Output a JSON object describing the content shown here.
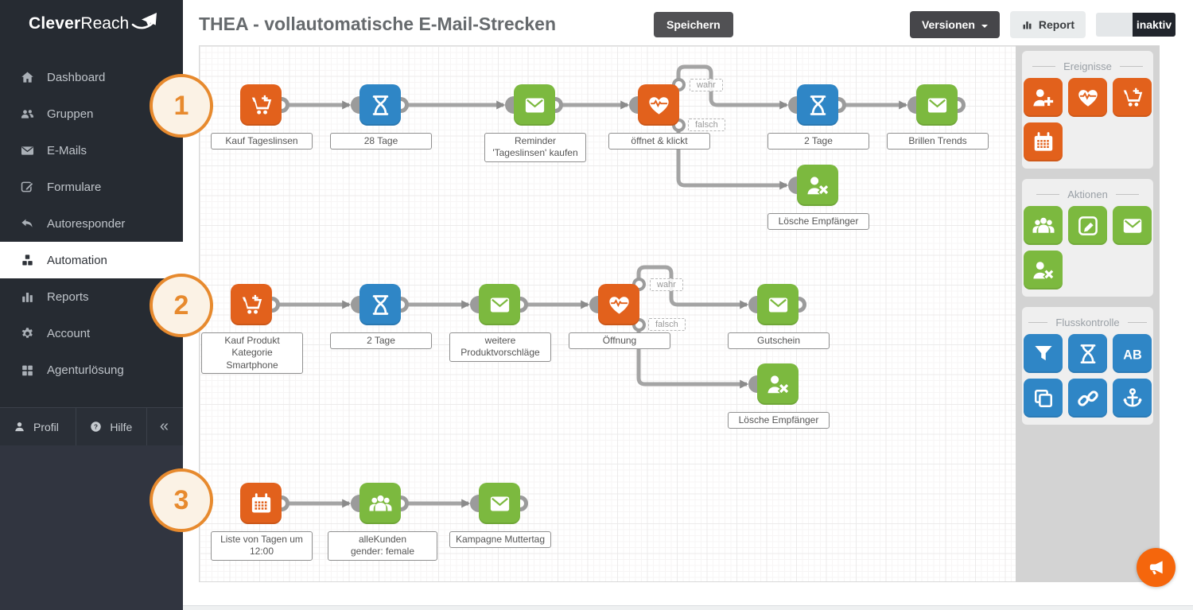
{
  "brand": {
    "bold": "Clever",
    "light": "Reach"
  },
  "header": {
    "title": "THEA - vollautomatische E-Mail-Strecken",
    "save_label": "Speichern",
    "versions_label": "Versionen",
    "report_label": "Report",
    "status_label": "inaktiv"
  },
  "sidebar": {
    "items": [
      {
        "icon": "home-icon",
        "label": "Dashboard"
      },
      {
        "icon": "users-icon",
        "label": "Gruppen"
      },
      {
        "icon": "envelope-icon",
        "label": "E-Mails"
      },
      {
        "icon": "form-pencil-icon",
        "label": "Formulare"
      },
      {
        "icon": "reply-icon",
        "label": "Autoresponder"
      },
      {
        "icon": "cubes-icon",
        "label": "Automation",
        "active": true
      },
      {
        "icon": "bar-chart-icon",
        "label": "Reports"
      },
      {
        "icon": "gear-icon",
        "label": "Account"
      },
      {
        "icon": "grid-icon",
        "label": "Agenturlösung"
      }
    ],
    "footer": {
      "profile_label": "Profil",
      "help_label": "Hilfe",
      "collapse_label": "«"
    }
  },
  "canvas": {
    "condition_true": "wahr",
    "condition_false": "falsch",
    "flows": [
      {
        "number": "1",
        "nodes": [
          {
            "icon": "cart-plus-icon",
            "label": "Kauf Tageslinsen"
          },
          {
            "icon": "hourglass-icon",
            "label": "28 Tage"
          },
          {
            "icon": "envelope-icon",
            "label": "Reminder 'Tageslinsen' kaufen"
          },
          {
            "icon": "heart-pulse-icon",
            "label": "öffnet & klickt"
          },
          {
            "icon": "hourglass-icon",
            "label": "2 Tage"
          },
          {
            "icon": "envelope-icon",
            "label": "Brillen Trends"
          },
          {
            "icon": "person-remove-icon",
            "label": "Lösche Empfänger"
          }
        ]
      },
      {
        "number": "2",
        "nodes": [
          {
            "icon": "cart-plus-icon",
            "label": "Kauf Produkt Kategorie Smartphone"
          },
          {
            "icon": "hourglass-icon",
            "label": "2 Tage"
          },
          {
            "icon": "envelope-icon",
            "label": "weitere Produktvorschläge"
          },
          {
            "icon": "heart-pulse-icon",
            "label": "Öffnung"
          },
          {
            "icon": "envelope-icon",
            "label": "Gutschein"
          },
          {
            "icon": "person-remove-icon",
            "label": "Lösche Empfänger"
          }
        ]
      },
      {
        "number": "3",
        "nodes": [
          {
            "icon": "calendar-icon",
            "label": "Liste von Tagen um 12:00"
          },
          {
            "icon": "group-icon",
            "label": "alleKunden",
            "label2": "gender: female"
          },
          {
            "icon": "envelope-icon",
            "label": "Kampagne Muttertag"
          }
        ]
      }
    ]
  },
  "palette": {
    "ereignisse": {
      "title": "Ereignisse",
      "tiles": [
        "person-add-icon",
        "heart-pulse-icon",
        "cart-plus-icon",
        "calendar-icon"
      ]
    },
    "aktionen": {
      "title": "Aktionen",
      "tiles": [
        "group-icon",
        "pencil-square-icon",
        "envelope-icon",
        "person-remove-icon"
      ]
    },
    "flusskontrolle": {
      "title": "Flusskontrolle",
      "tiles": [
        "funnel-icon",
        "hourglass-icon",
        "ab-split-icon",
        "copy-icon",
        "link-icon",
        "anchor-icon"
      ],
      "ab_label": "AB"
    }
  },
  "fab": {
    "icon": "megaphone-icon"
  },
  "colors": {
    "event_orange": "#e2611c",
    "action_green": "#7cb93f",
    "flow_blue": "#2f86c6",
    "wire_gray": "#a4a4a4",
    "sidebar_dark": "#262b32",
    "badge_orange": "#e78a2e",
    "fab_orange": "#f5660c"
  }
}
